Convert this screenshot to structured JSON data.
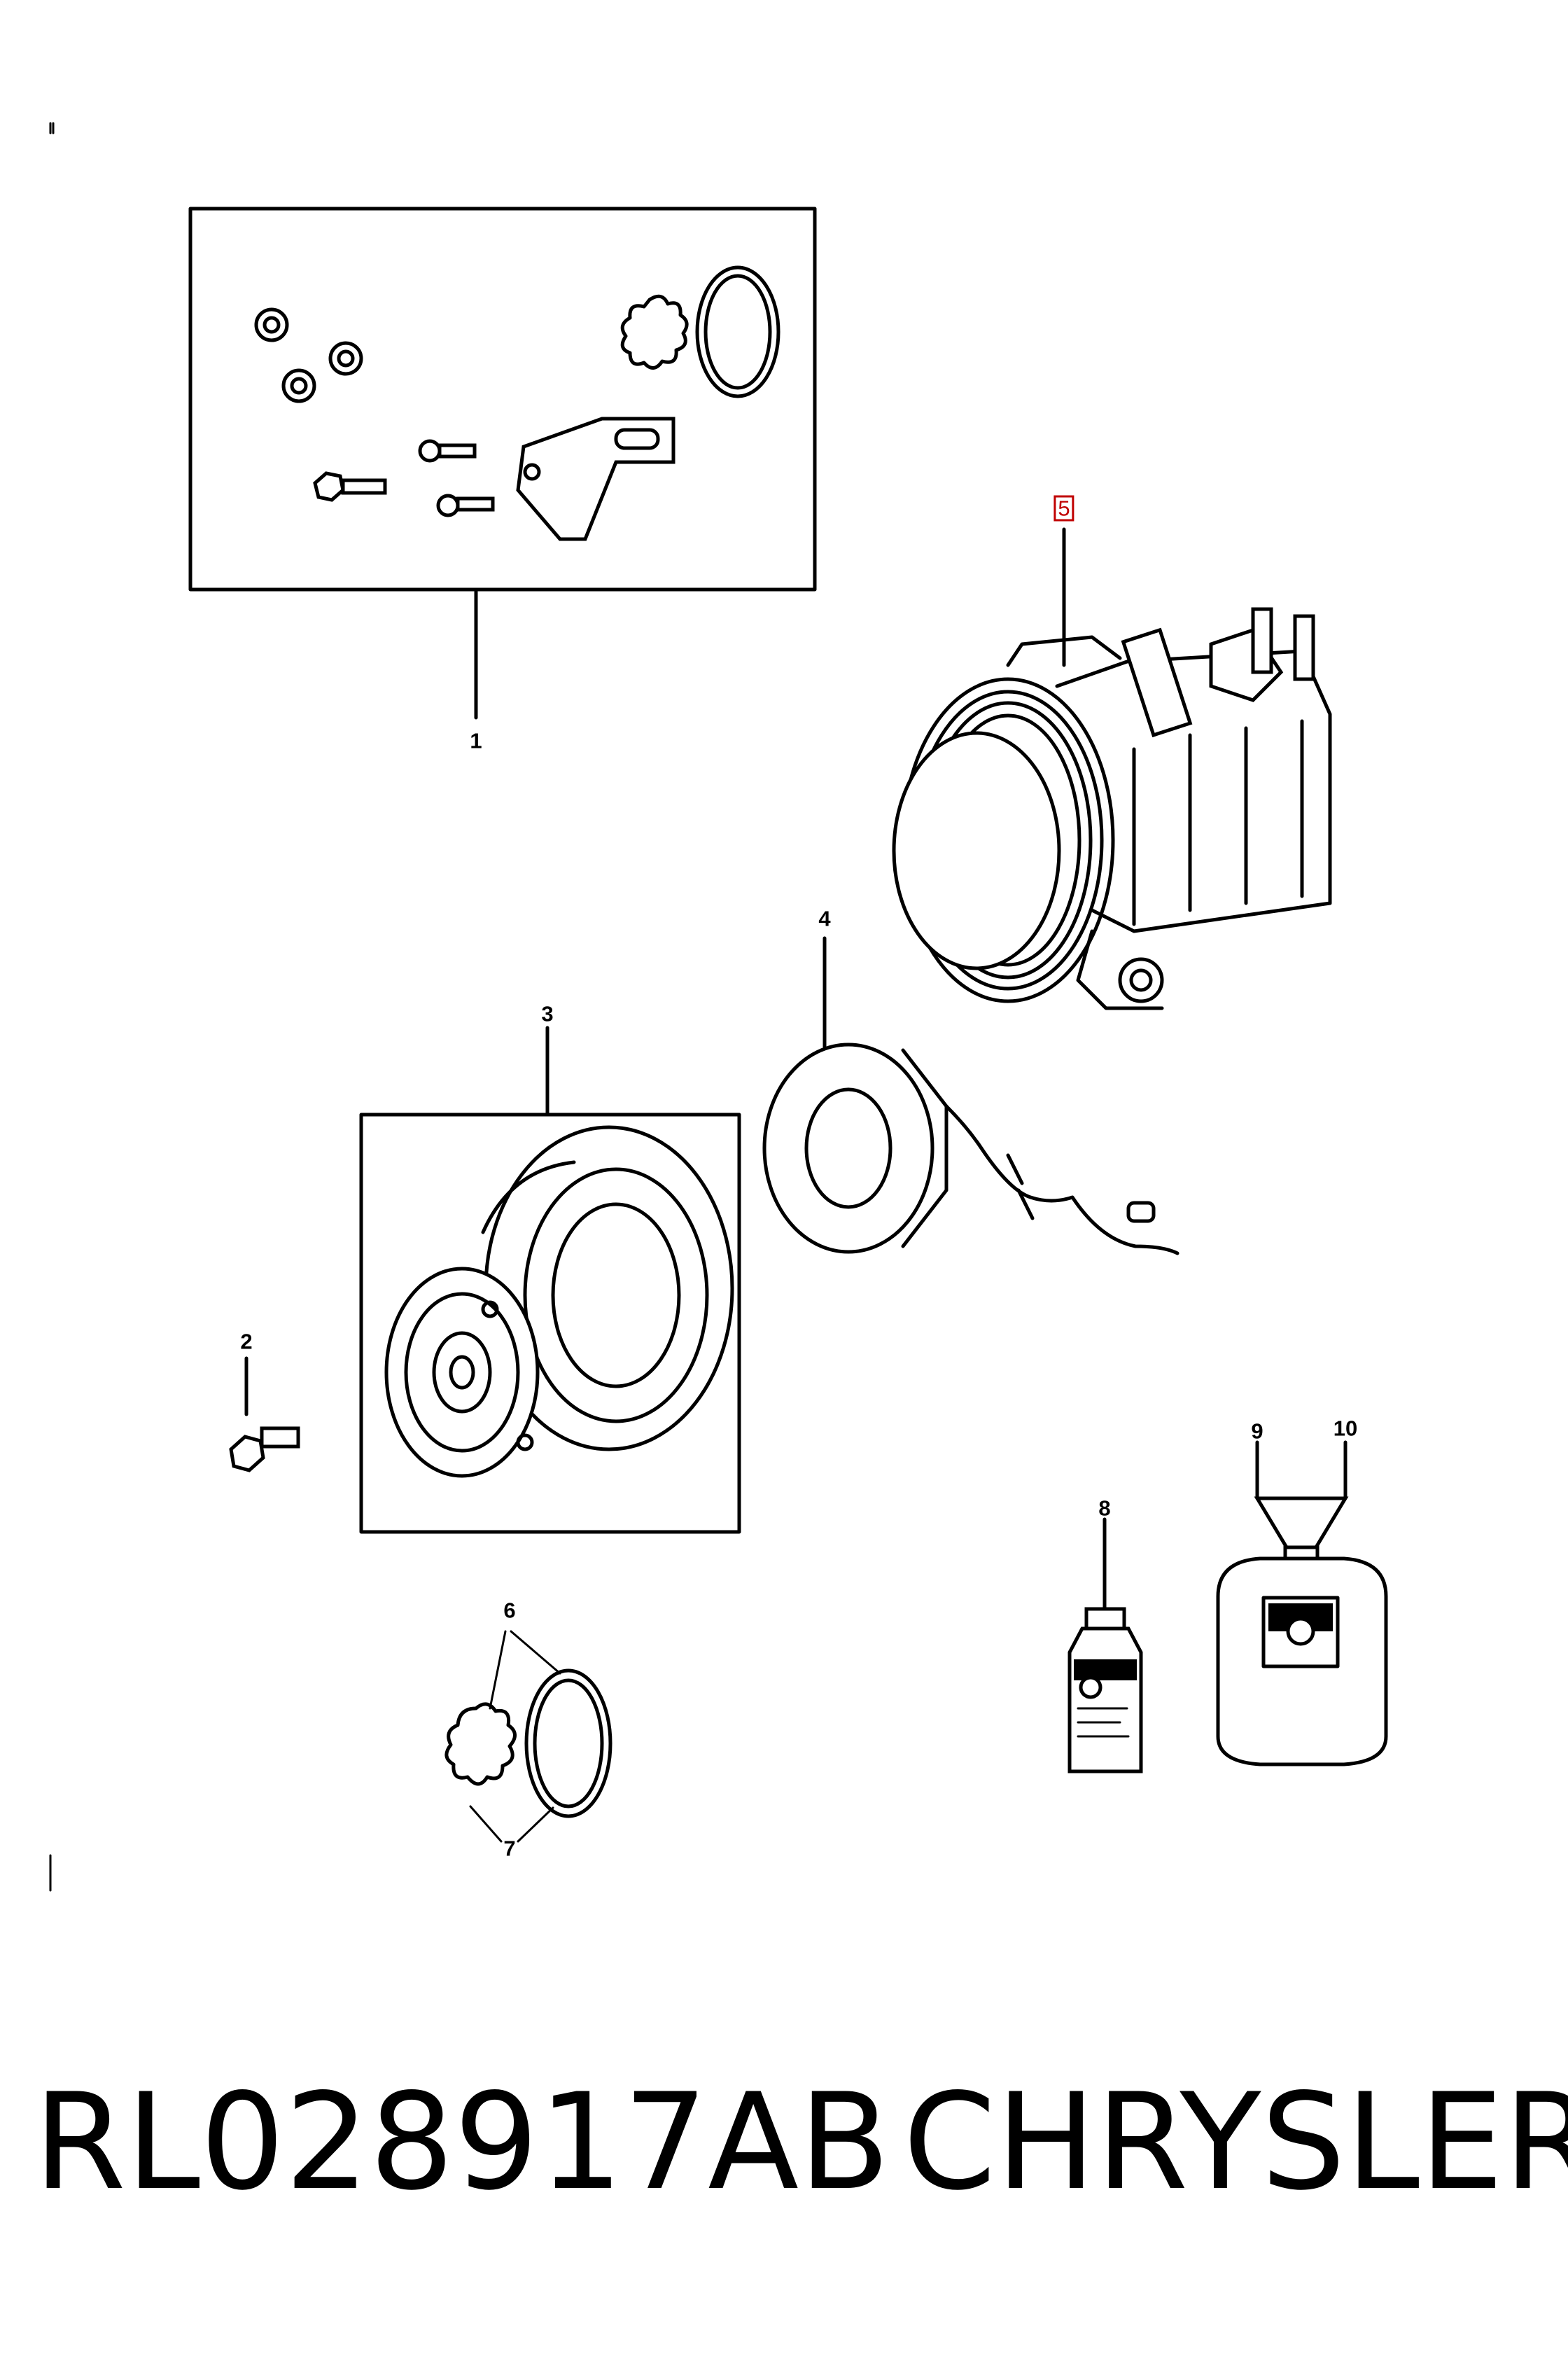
{
  "diagram": {
    "callouts": [
      {
        "id": "1",
        "label": "1"
      },
      {
        "id": "2",
        "label": "2"
      },
      {
        "id": "3",
        "label": "3"
      },
      {
        "id": "4",
        "label": "4"
      },
      {
        "id": "5",
        "label": "5",
        "highlighted": true
      },
      {
        "id": "6",
        "label": "6"
      },
      {
        "id": "7",
        "label": "7"
      },
      {
        "id": "8",
        "label": "8"
      },
      {
        "id": "9",
        "label": "9"
      },
      {
        "id": "10",
        "label": "10"
      }
    ],
    "highlight_color": "#c00000"
  },
  "caption": {
    "part_number": "RL028917AB",
    "make": "CHRYSLER"
  }
}
